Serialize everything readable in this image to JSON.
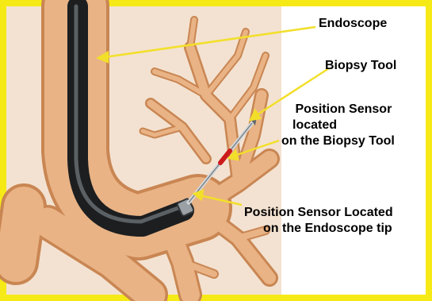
{
  "colors": {
    "frame": "#f6ea16",
    "tissue": "#f3e2d1",
    "airway": "#e9b385",
    "airway_edge": "#c98653",
    "scope": "#2a2d30",
    "scope_highlight": "#6a7075",
    "leader": "#f2df2a",
    "sensor": "#cc1a1a"
  },
  "labels": {
    "endoscope": "Endoscope",
    "biopsy_tool": "Biopsy Tool",
    "sensor_tool": [
      "Position Sensor",
      "located",
      "on the Biopsy  Tool"
    ],
    "sensor_tip": [
      "Position Sensor Located",
      "on the Endoscope tip"
    ]
  }
}
